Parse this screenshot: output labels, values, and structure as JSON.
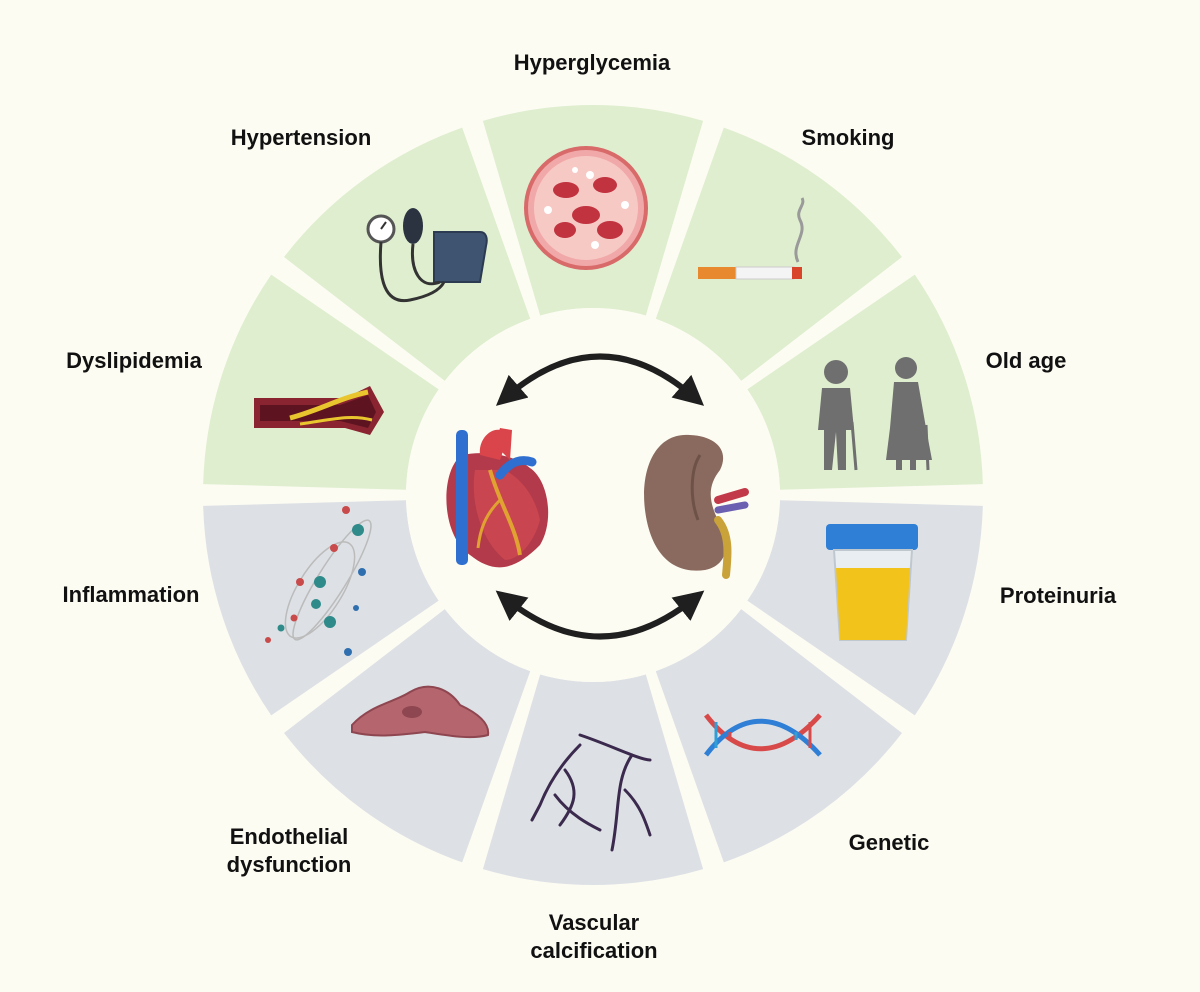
{
  "colors": {
    "background": "#fdfcf3",
    "top_group": "#dfeecf",
    "bottom_group": "#dde1e5",
    "center": "#fdfcf3",
    "arrow": "#1f1f1f"
  },
  "segments": [
    {
      "key": "hyperglycemia",
      "label": "Hyperglycemia",
      "group": "top",
      "icon": "blood-cells-icon"
    },
    {
      "key": "smoking",
      "label": "Smoking",
      "group": "top",
      "icon": "cigarette-icon"
    },
    {
      "key": "old_age",
      "label": "Old age",
      "group": "top",
      "icon": "elderly-couple-icon"
    },
    {
      "key": "proteinuria",
      "label": "Proteinuria",
      "group": "bottom",
      "icon": "urine-cup-icon"
    },
    {
      "key": "genetic",
      "label": "Genetic",
      "group": "bottom",
      "icon": "dna-icon"
    },
    {
      "key": "vascular_calcification",
      "label": "Vascular calcification",
      "line1": "Vascular",
      "line2": "calcification",
      "group": "bottom",
      "icon": "calcified-vessels-icon"
    },
    {
      "key": "endothelial_dysfunction",
      "label": "Endothelial dysfunction",
      "line1": "Endothelial",
      "line2": "dysfunction",
      "group": "bottom",
      "icon": "damaged-tissue-icon"
    },
    {
      "key": "inflammation",
      "label": "Inflammation",
      "group": "bottom",
      "icon": "inflammation-particles-icon"
    },
    {
      "key": "dyslipidemia",
      "label": "Dyslipidemia",
      "group": "top",
      "icon": "plaque-artery-icon"
    },
    {
      "key": "hypertension",
      "label": "Hypertension",
      "group": "top",
      "icon": "blood-pressure-cuff-icon"
    }
  ],
  "center": {
    "left_icon": "heart-icon",
    "right_icon": "kidney-icon",
    "arrows": "bidirectional"
  }
}
